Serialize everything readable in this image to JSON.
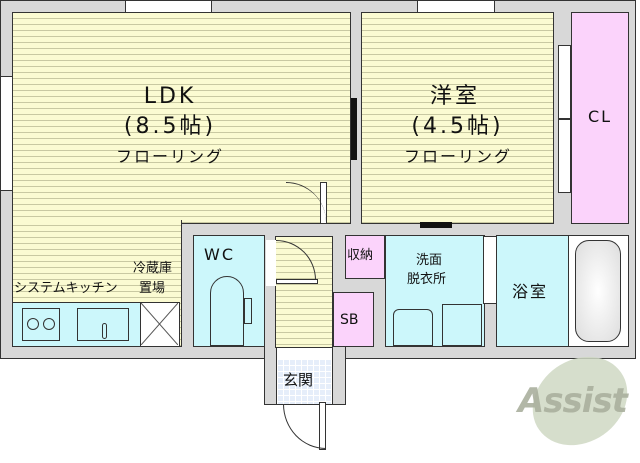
{
  "floor_plan": {
    "rooms": {
      "ldk": {
        "name": "LDK",
        "size": "(8.5帖)",
        "floor": "フローリング"
      },
      "western_room": {
        "name": "洋室",
        "size": "(4.5帖)",
        "floor": "フローリング"
      },
      "closet": {
        "name": "CL"
      },
      "wc": {
        "name": "WC"
      },
      "kitchen": {
        "name": "システムキッチン"
      },
      "fridge": {
        "line1": "冷蔵庫",
        "line2": "置場"
      },
      "storage": {
        "name": "収納"
      },
      "shoe_box": {
        "name": "SB"
      },
      "washroom": {
        "line1": "洗面",
        "line2": "脱衣所"
      },
      "bathroom": {
        "name": "浴室"
      },
      "entrance": {
        "name": "玄関"
      }
    },
    "colors": {
      "flooring": "#fbfbd2",
      "storage_pink": "#fbd3fb",
      "wet_area_blue": "#ccf7fb",
      "wall_gray": "#d8d8d8"
    }
  },
  "watermark": {
    "text": "Assist"
  }
}
